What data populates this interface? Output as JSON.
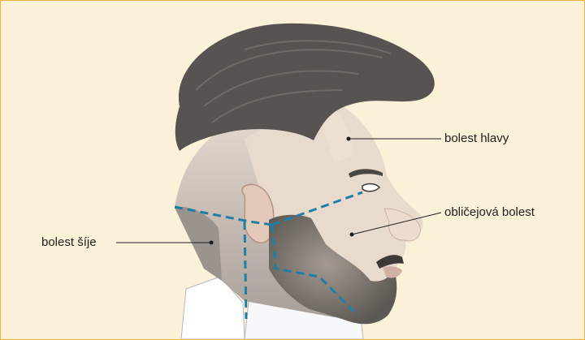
{
  "colors": {
    "background": "#fbf1d8",
    "border": "#f0b33c",
    "hair": "#575350",
    "skin": "#e8d8cc",
    "beard": "#6e6863",
    "dashed_line": "#1f7fa6",
    "leader_line": "#1f1f1f"
  },
  "labels": {
    "head_pain": "bolest hlavy",
    "face_pain": "obličejová bolest",
    "neck_pain": "bolest šíje"
  }
}
